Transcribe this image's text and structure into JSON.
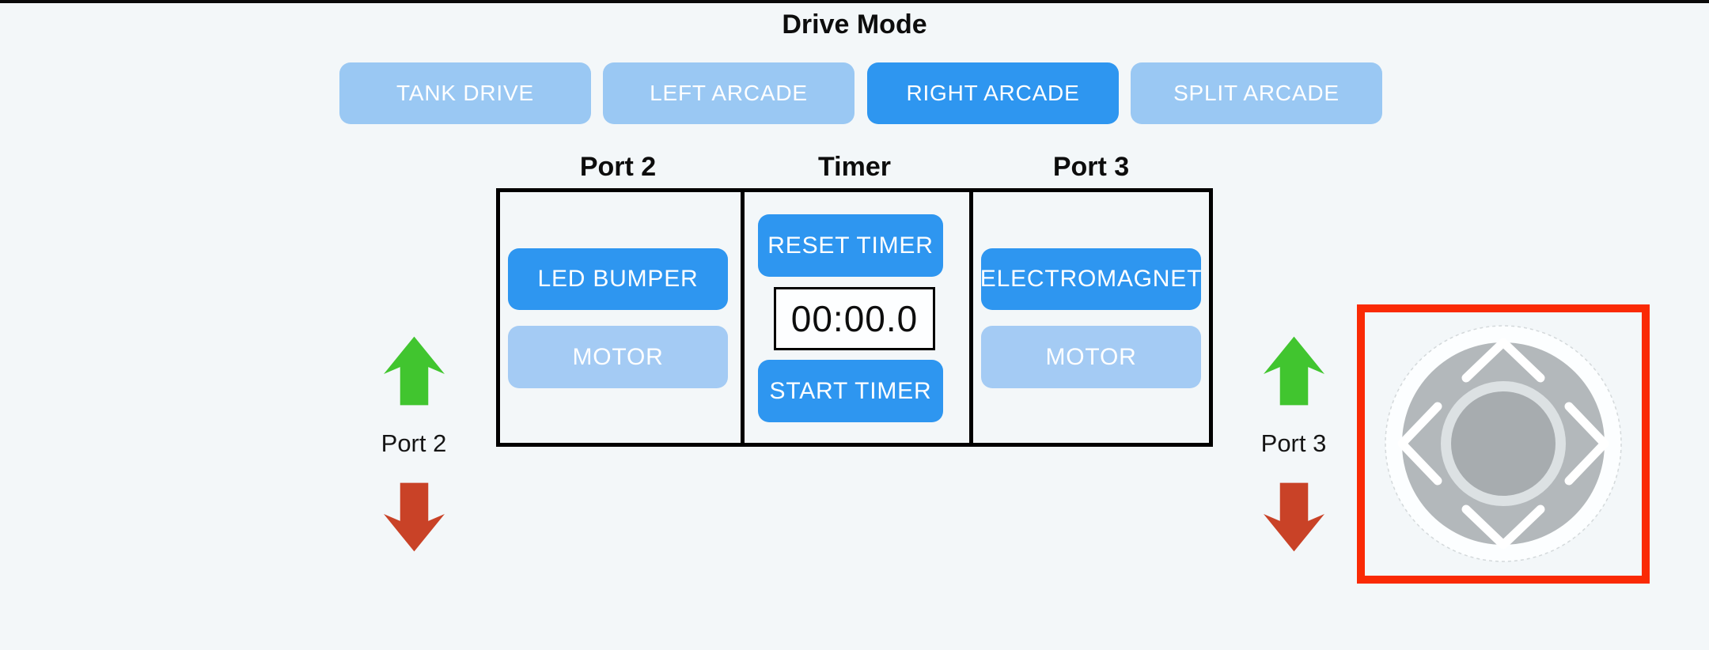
{
  "page": {
    "background": "#f3f7f9",
    "top_bar_color": "#0a0a0a"
  },
  "drive_mode": {
    "title": "Drive Mode",
    "active_color": "#2e96f0",
    "inactive_color": "#9ac8f3",
    "buttons": [
      {
        "label": "TANK DRIVE",
        "active": false
      },
      {
        "label": "LEFT ARCADE",
        "active": false
      },
      {
        "label": "RIGHT ARCADE",
        "active": true
      },
      {
        "label": "SPLIT ARCADE",
        "active": false
      }
    ]
  },
  "panel": {
    "headers": [
      "Port 2",
      "Timer",
      "Port 3"
    ],
    "button_primary_color": "#2e96f0",
    "button_secondary_color": "#a4cbf4",
    "port2_column": {
      "led_bumper_label": "LED BUMPER",
      "motor_label": "MOTOR"
    },
    "timer_column": {
      "reset_label": "RESET TIMER",
      "display_value": "00:00.0",
      "start_label": "START TIMER"
    },
    "port3_column": {
      "electromagnet_label": "ELECTROMAGNET",
      "motor_label": "MOTOR"
    }
  },
  "port2_lift": {
    "label": "Port 2",
    "up_arrow_color": "#41c52f",
    "down_arrow_color": "#c94227"
  },
  "port3_lift": {
    "label": "Port 3",
    "up_arrow_color": "#41c52f",
    "down_arrow_color": "#c94227"
  },
  "joystick": {
    "border_color": "#fa2a05",
    "base_color": "#fcfeff",
    "pad_color": "#b3b8bb",
    "ring_color": "#dce1e3",
    "knob_color": "#a7acaf",
    "chevron_color": "#ffffff"
  }
}
